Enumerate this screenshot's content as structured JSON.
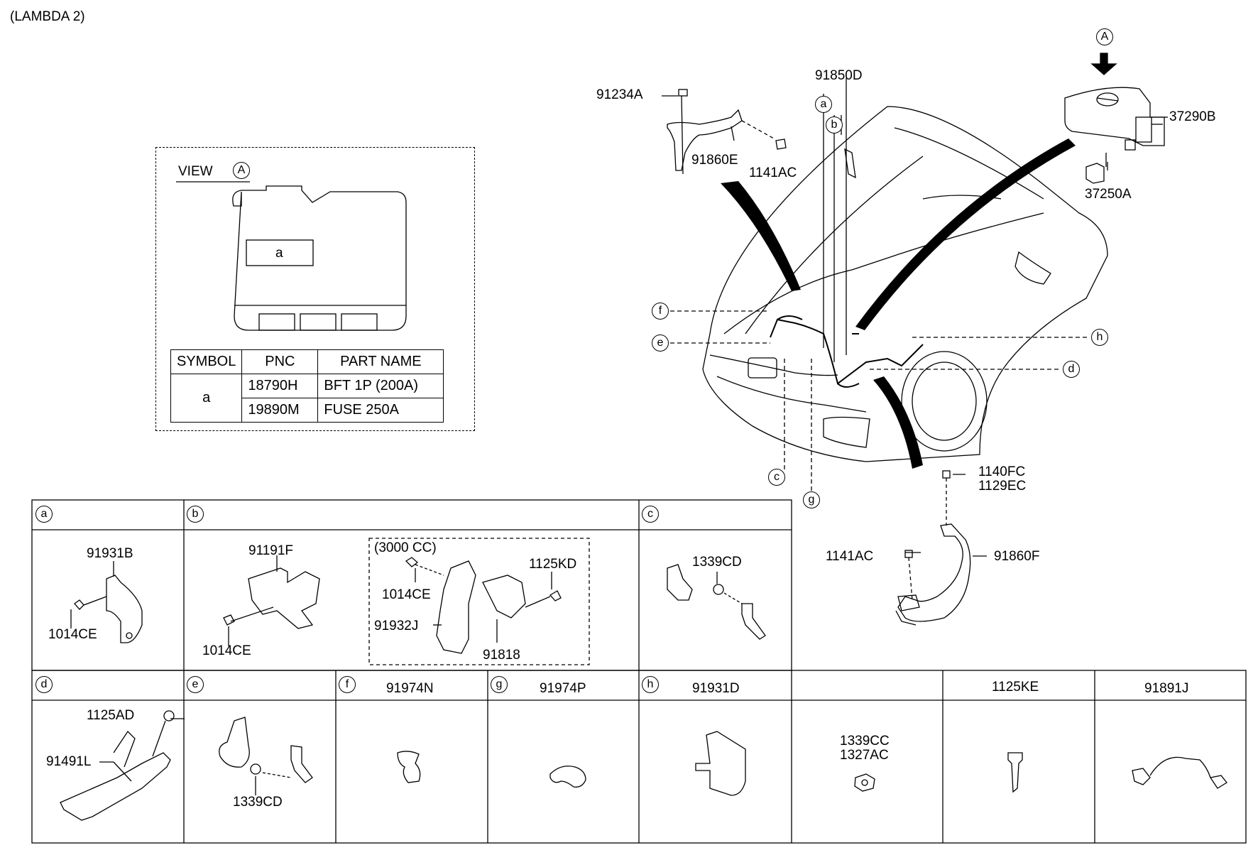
{
  "header": {
    "variant": "(LAMBDA 2)"
  },
  "view": {
    "title": "VIEW",
    "marker": "A",
    "fuse_slot": "a"
  },
  "table": {
    "headers": [
      "SYMBOL",
      "PNC",
      "PART NAME"
    ],
    "symbol": "a",
    "rows": [
      [
        "18790H",
        "BFT 1P (200A)"
      ],
      [
        "19890M",
        "FUSE 250A"
      ]
    ]
  },
  "main": {
    "marker_A": "A",
    "callouts": {
      "a": "a",
      "b": "b",
      "c": "c",
      "d": "d",
      "e": "e",
      "f": "f",
      "g": "g",
      "h": "h"
    },
    "parts": {
      "p91234A": "91234A",
      "p91850D": "91850D",
      "p37290B": "37290B",
      "p91860E": "91860E",
      "p1141AC_top": "1141AC",
      "p37250A": "37250A",
      "p1140FC": "1140FC",
      "p1129EC": "1129EC",
      "p1141AC_low": "1141AC",
      "p91860F": "91860F"
    }
  },
  "grid": {
    "a": {
      "circle": "a",
      "parts": [
        "91931B",
        "1014CE"
      ]
    },
    "b": {
      "circle": "b",
      "parts": [
        "91191F",
        "1014CE"
      ],
      "inset": "(3000 CC)",
      "inset_parts": [
        "1014CE",
        "1125KD",
        "91932J",
        "91818"
      ]
    },
    "c": {
      "circle": "c",
      "parts": [
        "1339CD"
      ]
    },
    "d": {
      "circle": "d",
      "parts": [
        "1125AD",
        "91491L"
      ]
    },
    "e": {
      "circle": "e",
      "parts": [
        "1339CD"
      ]
    },
    "f": {
      "circle": "f",
      "title": "91974N"
    },
    "g": {
      "circle": "g",
      "title": "91974P"
    },
    "h": {
      "circle": "h",
      "title": "91931D"
    },
    "i": {
      "parts": [
        "1339CC",
        "1327AC"
      ]
    },
    "j": {
      "title": "1125KE"
    },
    "k": {
      "title": "91891J"
    }
  }
}
